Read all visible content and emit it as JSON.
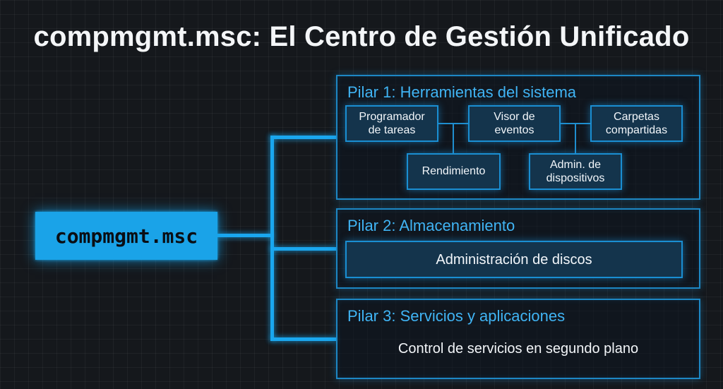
{
  "title": "compmgmt.msc: El Centro de Gestión Unificado",
  "root": {
    "label": "compmgmt.msc"
  },
  "pillars": [
    {
      "title": "Pilar 1: Herramientas del sistema",
      "nodes": [
        "Programador de tareas",
        "Visor de eventos",
        "Carpetas compartidas",
        "Rendimiento",
        "Admin. de dispositivos"
      ]
    },
    {
      "title": "Pilar 2: Almacenamiento",
      "nodes": [
        "Administración de discos"
      ]
    },
    {
      "title": "Pilar 3: Servicios y aplicaciones",
      "text": "Control de servicios en segundo plano"
    }
  ]
}
